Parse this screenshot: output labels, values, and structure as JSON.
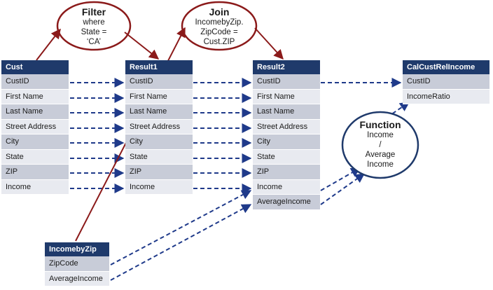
{
  "tables": [
    {
      "id": "cust",
      "title": "Cust",
      "fields": [
        "CustID",
        "First Name",
        "Last Name",
        "Street Address",
        "City",
        "State",
        "ZIP",
        "Income"
      ]
    },
    {
      "id": "result1",
      "title": "Result1",
      "fields": [
        "CustID",
        "First Name",
        "Last Name",
        "Street Address",
        "City",
        "State",
        "ZIP",
        "Income"
      ]
    },
    {
      "id": "result2",
      "title": "Result2",
      "fields": [
        "CustID",
        "First Name",
        "Last Name",
        "Street Address",
        "City",
        "State",
        "ZIP",
        "Income",
        "AverageIncome"
      ]
    },
    {
      "id": "calc",
      "title": "CalCustRelIncome",
      "fields": [
        "CustID",
        "IncomeRatio"
      ]
    },
    {
      "id": "incomebyzip",
      "title": "IncomebyZip",
      "fields": [
        "ZipCode",
        "AverageIncome"
      ]
    }
  ],
  "bubbles": {
    "filter": {
      "title": "Filter",
      "lines": [
        "where",
        "State =",
        "‘CA’"
      ]
    },
    "join": {
      "title": "Join",
      "lines": [
        "IncomebyZip.",
        "ZipCode =",
        "Cust.ZIP"
      ]
    },
    "function": {
      "title": "Function",
      "lines": [
        "Income",
        "/",
        "Average",
        "Income"
      ]
    }
  },
  "colors": {
    "header": "#1f3a6b",
    "arrow_dashed": "#1f3a8a",
    "arrow_solid": "#8b1a1a"
  }
}
